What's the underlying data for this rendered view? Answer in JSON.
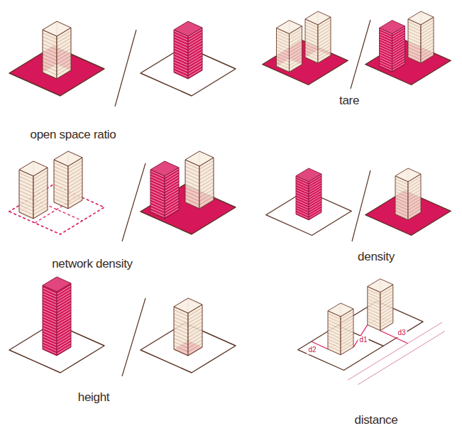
{
  "diagram": {
    "labels": [
      "open space ratio",
      "tare",
      "network density",
      "density",
      "height",
      "d2",
      "d1",
      "d3",
      "distance"
    ]
  }
}
